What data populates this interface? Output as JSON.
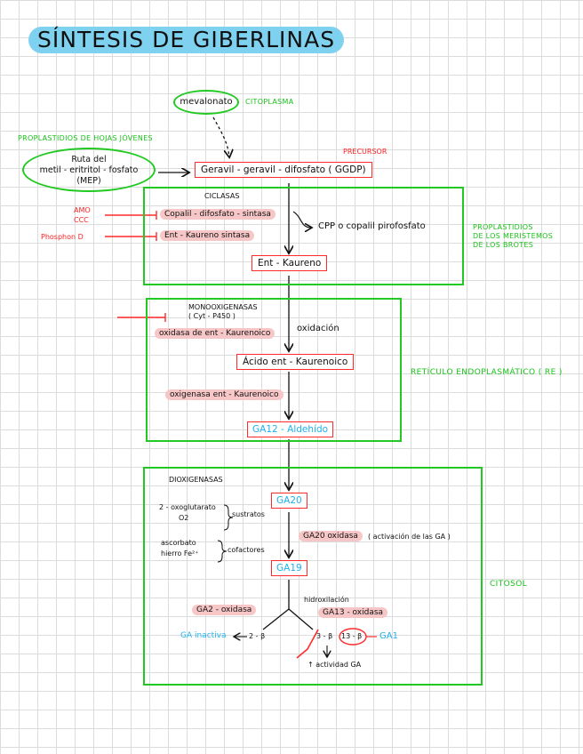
{
  "title": "SÍNTESIS DE GIBERLINAS",
  "mevalonato": "mevalonato",
  "citoplasma": "CITOPLASMA",
  "proplastidios_hojas": "PROPLASTIDIOS DE HOJAS JÓVENES",
  "mep": {
    "line1": "Ruta del",
    "line2": "metil - eritritol - fosfato",
    "line3": "(MEP)"
  },
  "precursor": "PRECURSOR",
  "ggdp": "Geravil - geravil - difosfato ( GGDP)",
  "plastid_box": {
    "ciclasas": "CICLASAS",
    "enzyme1": "Copalil - difosfato - sintasa",
    "enzyme2": "Ent - Kaureno sintasa",
    "cpp": "CPP o copalil pirofosfato",
    "product": "Ent - Kaureno",
    "inhibitor1": "AMO",
    "inhibitor2": "CCC",
    "inhibitor3": "Phosphon D",
    "location_line1": "PROPLASTIDIOS",
    "location_line2": "DE LOS MERISTEMOS",
    "location_line3": "DE LOS BROTES"
  },
  "er_box": {
    "mono_line1": "MONOOXIGENASAS",
    "mono_line2": "( Cyt - P450 )",
    "enzyme1": "oxidasa de ent - Kaurenoico",
    "oxidacion": "oxidación",
    "product1": "Ácido ent - Kaurenoico",
    "enzyme2": "oxigenasa ent - Kaurenoico",
    "product2": "GA12 - Aldehído",
    "location": "RETÍCULO ENDOPLASMÁTICO ( RE )"
  },
  "cytosol_box": {
    "dioxigenasas": "DIOXIGENASAS",
    "sub1_line1": "2 - oxoglutarato",
    "sub1_line2": "O2",
    "sustratos": "sustratos",
    "cof_line1": "ascorbato",
    "cof_line2": "hierro Fe²⁺",
    "cofactores": "cofactores",
    "ga20": "GA20",
    "ga20_oxidasa": "GA20 oxidasa",
    "activacion": "( activación de las GA )",
    "ga19": "GA19",
    "ga2_oxidasa": "GA2 - oxidasa",
    "hidroxilacion": "hidroxilación",
    "ga13_oxidasa": "GA13 - oxidasa",
    "ga_inactiva": "GA inactiva",
    "two_beta": "2 - β",
    "three_beta": "3 - β",
    "thirteen_beta": "13 - β",
    "ga1": "GA1",
    "actividad": "↑ actividad GA",
    "location": "CITOSOL"
  }
}
